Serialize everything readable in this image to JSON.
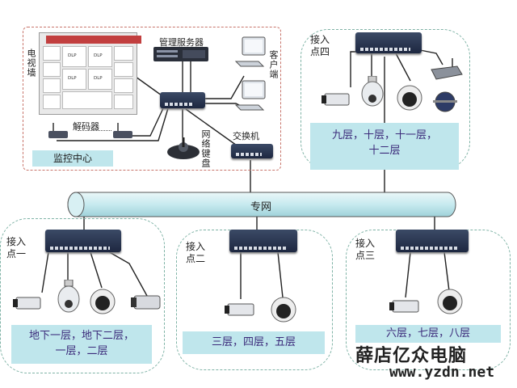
{
  "labels": {
    "video_wall": "电视墙",
    "management_server": "管理服务器",
    "client": "客户端",
    "decoder": "解码器",
    "network_keyboard": "网络键盘",
    "switch": "交换机",
    "monitoring_center": "监控中心",
    "private_network": "专网"
  },
  "dlp_label": "DLP",
  "access_points": [
    {
      "name": "接入点四",
      "floors": [
        "九层，十层，十一层，",
        "十二层"
      ]
    },
    {
      "name": "接入点一",
      "floors": [
        "地下一层，地下二层，",
        "一层，二层"
      ]
    },
    {
      "name": "接入点二",
      "floors": [
        "三层，四层，五层"
      ]
    },
    {
      "name": "接入点三",
      "floors": [
        "六层，七层，八层"
      ]
    }
  ],
  "watermark": {
    "brand": "薛店亿众电脑",
    "url": "www.yzdn.net"
  },
  "icons": [
    "camera-bullet-icon",
    "camera-dome-icon",
    "camera-speed-dome-icon",
    "switch-icon",
    "server-icon",
    "computer-icon",
    "keyboard-icon",
    "decoder-icon"
  ]
}
